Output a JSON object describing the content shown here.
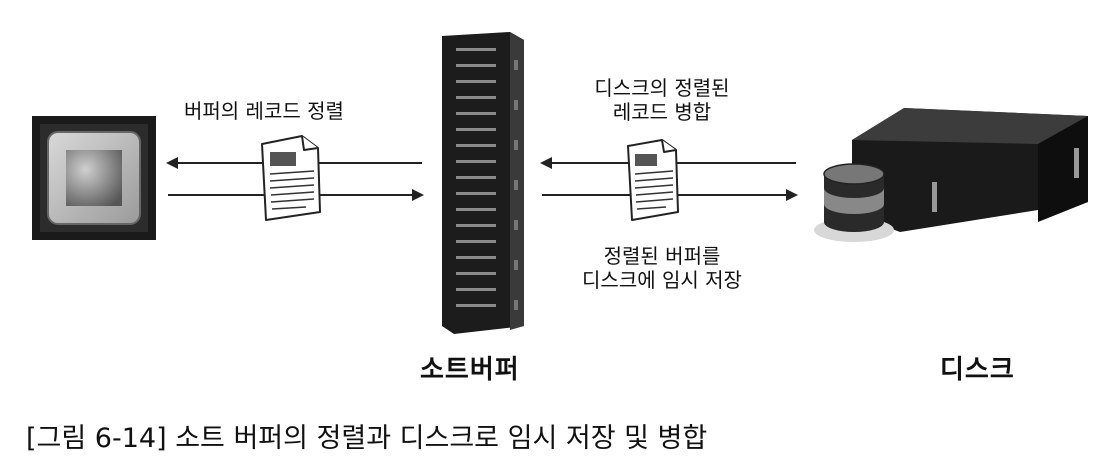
{
  "labels": {
    "sort_records_in_buffer": "버퍼의 레코드 정렬",
    "merge_sorted_records_line1": "디스크의 정렬된",
    "merge_sorted_records_line2": "레코드 병합",
    "store_sorted_buffer_line1": "정렬된 버퍼를",
    "store_sorted_buffer_line2": "디스크에 임시 저장",
    "sort_buffer": "소트버퍼",
    "disk": "디스크"
  },
  "caption": "[그림 6-14] 소트 버퍼의 정렬과 디스크로 임시 저장 및 병합"
}
